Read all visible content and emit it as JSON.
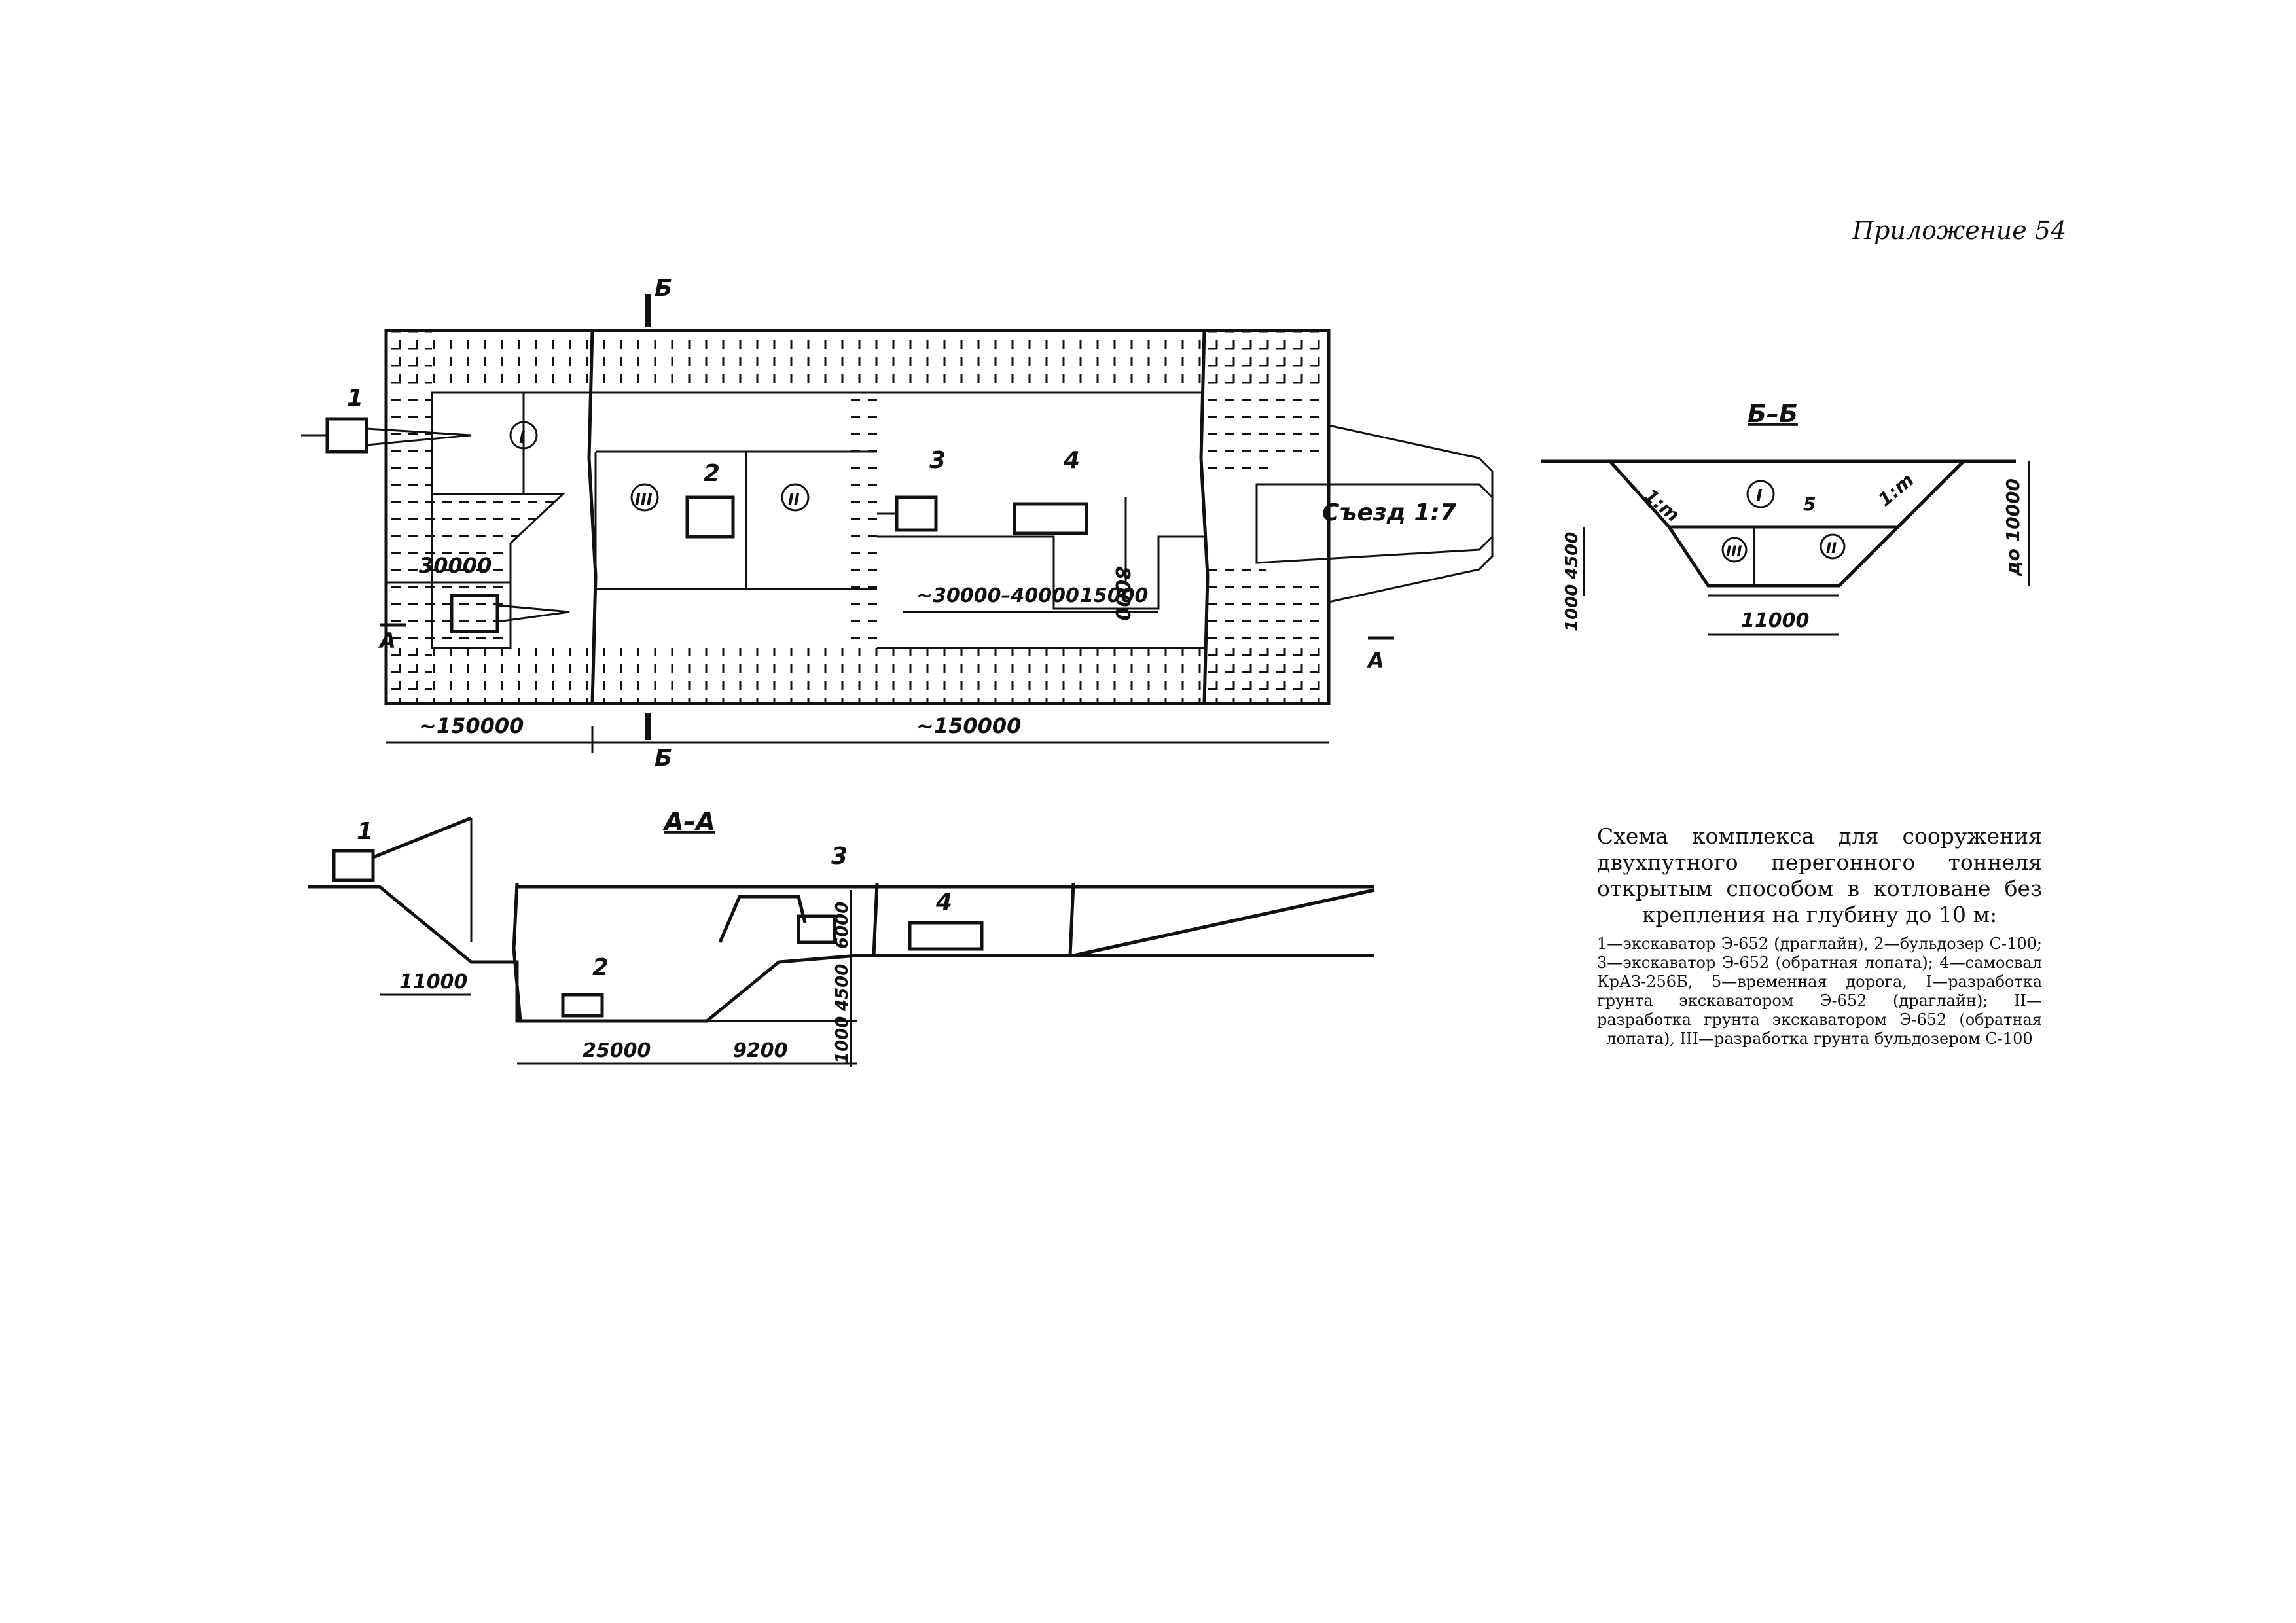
{
  "header": {
    "appendix": "Приложение 54"
  },
  "plan": {
    "section_bb": "Б",
    "section_aa": "A",
    "ramp_label": "Съезд 1:7",
    "machines": {
      "m1": "1",
      "m2": "2",
      "m3": "3",
      "m4": "4"
    },
    "zones": {
      "z1": "I",
      "z2": "II",
      "z3": "III"
    },
    "dims": {
      "d30000": "30000",
      "d150000_left": "~150000",
      "d150000_right": "~150000",
      "d30_40": "~30000–40000",
      "d15000": "15000",
      "d8000": "8000"
    }
  },
  "section_b": {
    "title": "Б–Б",
    "slope_left": "1:m",
    "slope_right": "1:m",
    "depth": "до 10000",
    "dim_4500": "4500",
    "dim_1000": "1000",
    "dim_11000": "11000",
    "road": "5",
    "zones": {
      "z1": "I",
      "z2": "II",
      "z3": "III"
    }
  },
  "section_a": {
    "title": "A–A",
    "machines": {
      "m1": "1",
      "m2": "2",
      "m3": "3",
      "m4": "4"
    },
    "dims": {
      "d11000": "11000",
      "d25000": "25000",
      "d9200": "9200",
      "d6000": "6000",
      "d4500": "4500",
      "d1000": "1000"
    }
  },
  "caption": {
    "title": "Схема комплекса для сооружения двухпутного перегонного тоннеля открытым способом в котловане без крепления на глубину до 10 м:",
    "legend": "1—экскаватор Э-652 (драглайн), 2—бульдозер С-100; 3—экскаватор Э-652 (обратная лопата); 4—самосвал КрАЗ-256Б, 5—временная дорога, I—разработка грунта экскаватором Э-652 (драглайн); II—разработка грунта экскаватором Э-652 (обратная лопата), III—разработка грунта бульдозером С-100"
  }
}
